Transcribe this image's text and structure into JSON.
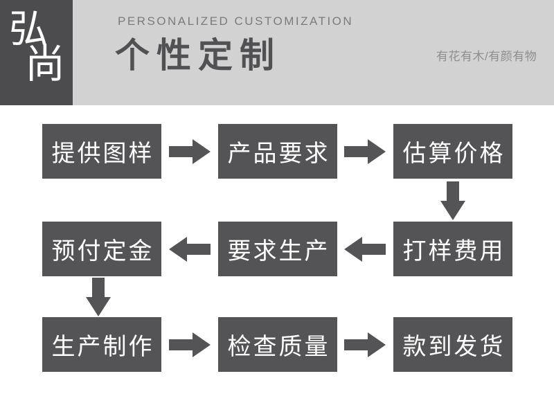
{
  "colors": {
    "header_bg": "#d2d2d3",
    "logo_box_bg": "#4c4c4e",
    "step_box_bg": "#545456",
    "step_text": "#ffffff",
    "eyebrow_text": "#7b7b7d",
    "title_text": "#515153",
    "tagline_text": "#8e8e90"
  },
  "header": {
    "logo": {
      "char_top": "弘",
      "char_bottom": "尚"
    },
    "eyebrow": "PERSONALIZED CUSTOMIZATION",
    "title": "个性定制",
    "tagline": "有花有木/有颜有物"
  },
  "flow": {
    "steps": [
      {
        "label": "提供图样"
      },
      {
        "label": "产品要求"
      },
      {
        "label": "估算价格"
      },
      {
        "label": "预付定金"
      },
      {
        "label": "要求生产"
      },
      {
        "label": "打样费用"
      },
      {
        "label": "生产制作"
      },
      {
        "label": "检查质量"
      },
      {
        "label": "款到发货"
      }
    ],
    "sequence": [
      "提供图样",
      "产品要求",
      "估算价格",
      "打样费用",
      "要求生产",
      "预付定金",
      "生产制作",
      "检查质量",
      "款到发货"
    ],
    "icons": {
      "right": "arrow-right-icon",
      "left": "arrow-left-icon",
      "down": "arrow-down-icon"
    }
  }
}
